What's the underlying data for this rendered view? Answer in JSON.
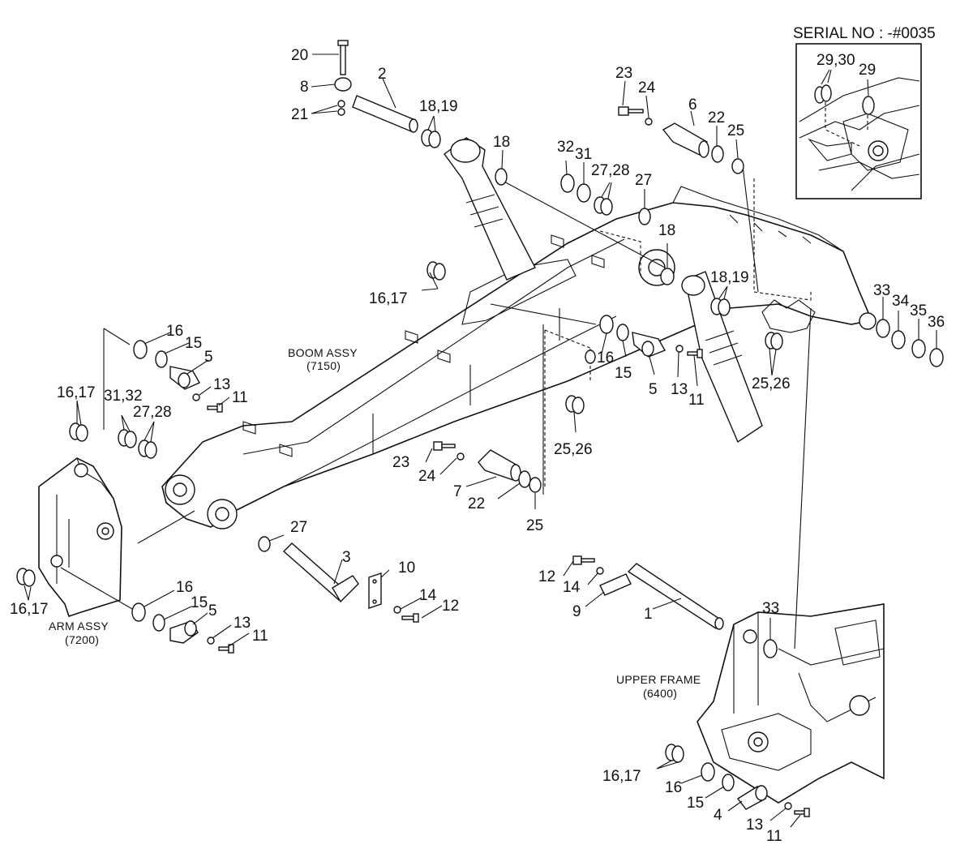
{
  "serial_note": "SERIAL NO : -#0035",
  "assemblies": {
    "boom": {
      "name": "BOOM ASSY",
      "code": "(7150)"
    },
    "arm": {
      "name": "ARM ASSY",
      "code": "(7200)"
    },
    "upper_frame": {
      "name": "UPPER FRAME",
      "code": "(6400)"
    }
  },
  "callouts": [
    "20",
    "8",
    "21",
    "2",
    "18,19",
    "18",
    "23",
    "24",
    "6",
    "22",
    "25",
    "32",
    "31",
    "27,28",
    "27",
    "18",
    "18,19",
    "16,17",
    "16",
    "15",
    "5",
    "13",
    "11",
    "16",
    "15",
    "5",
    "13",
    "11",
    "33",
    "34",
    "35",
    "36",
    "25,26",
    "25,26",
    "16,17",
    "31,32",
    "27,28",
    "23",
    "24",
    "7",
    "22",
    "25",
    "27",
    "3",
    "10",
    "14",
    "12",
    "12",
    "14",
    "9",
    "1",
    "16,17",
    "16",
    "15",
    "5",
    "13",
    "11",
    "33",
    "16,17",
    "16",
    "15",
    "4",
    "13",
    "11"
  ],
  "inset_callouts": [
    "29,30",
    "29"
  ]
}
